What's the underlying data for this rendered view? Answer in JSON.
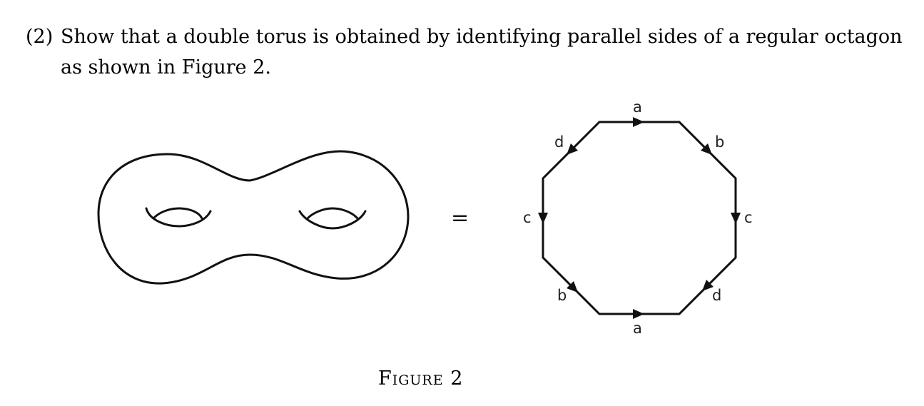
{
  "problem": {
    "number": "(2)",
    "line1": "Show that a double torus is obtained by identifying parallel sides of a regular octagon",
    "line2": "as shown in Figure 2."
  },
  "figure": {
    "equals_sign": "=",
    "caption": "Figure 2",
    "octagon_edges": [
      {
        "label": "a",
        "side": "top",
        "arrow": "right"
      },
      {
        "label": "b",
        "side": "upper-right",
        "arrow": "down-right"
      },
      {
        "label": "c",
        "side": "right",
        "arrow": "down"
      },
      {
        "label": "d",
        "side": "lower-right",
        "arrow": "down-left"
      },
      {
        "label": "a",
        "side": "bottom",
        "arrow": "right"
      },
      {
        "label": "b",
        "side": "lower-left",
        "arrow": "down-right"
      },
      {
        "label": "c",
        "side": "left",
        "arrow": "down"
      },
      {
        "label": "d",
        "side": "upper-left",
        "arrow": "down-left"
      }
    ]
  }
}
